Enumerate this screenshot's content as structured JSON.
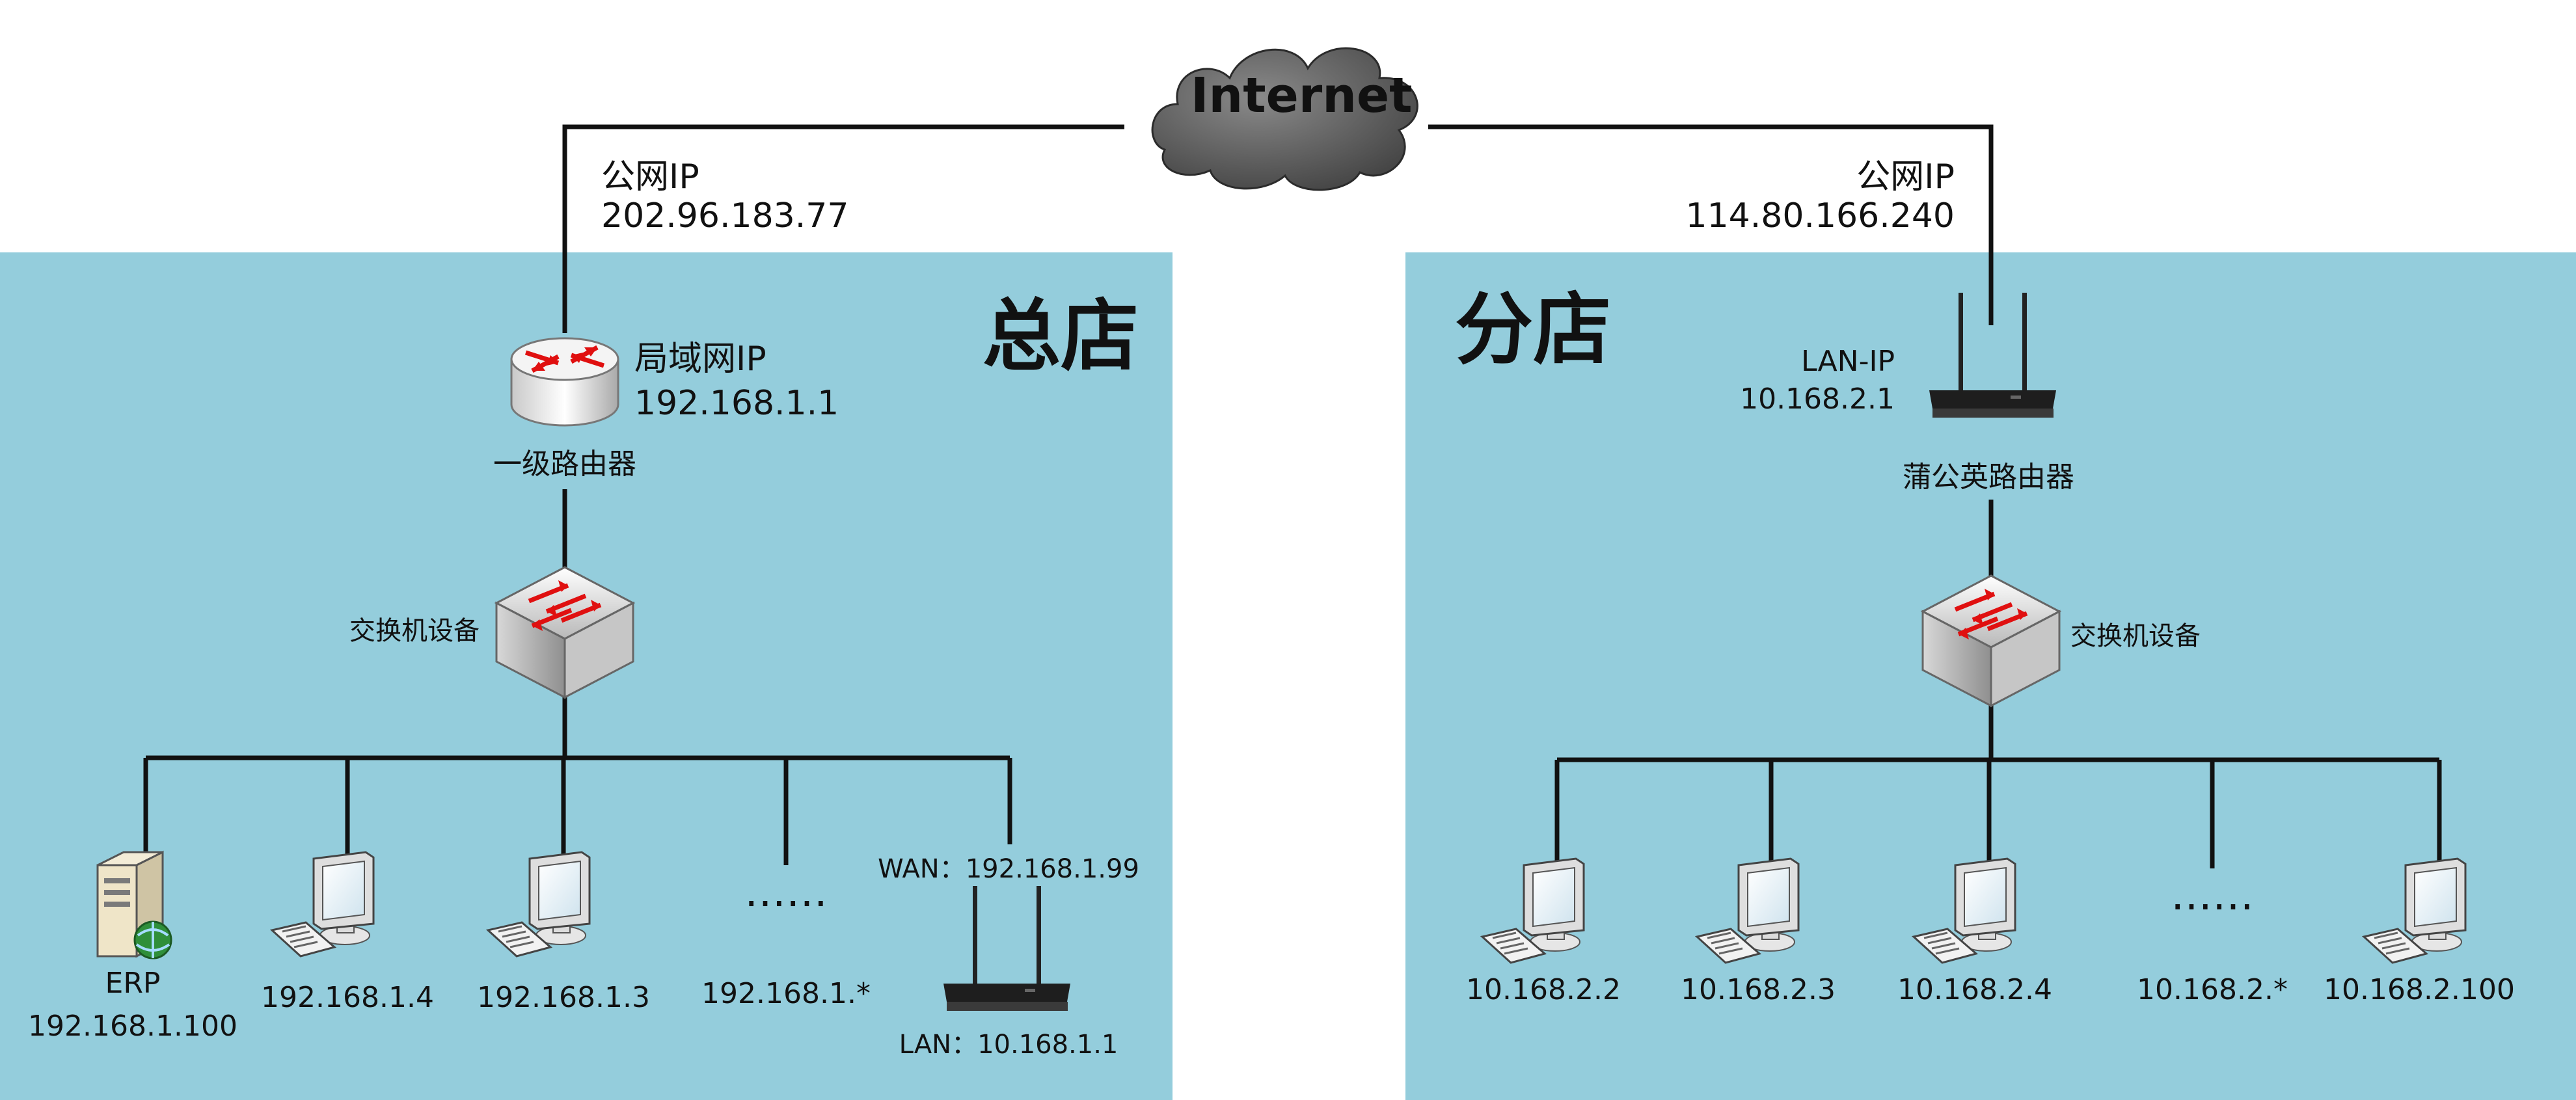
{
  "internet": {
    "label": "Internet"
  },
  "hq": {
    "title": "总店",
    "public_ip_label": "公网IP",
    "public_ip": "202.96.183.77",
    "router_lan_label": "局域网IP",
    "router_lan_ip": "192.168.1.1",
    "router_name": "一级路由器",
    "switch_name": "交换机设备",
    "nodes": [
      {
        "label": "ERP",
        "ip": "192.168.1.100"
      },
      {
        "ip": "192.168.1.4"
      },
      {
        "ip": "192.168.1.3"
      },
      {
        "dots": "……",
        "ip": "192.168.1.*"
      },
      {
        "wan": "WAN：192.168.1.99",
        "lan": "LAN：10.168.1.1"
      }
    ]
  },
  "branch": {
    "title": "分店",
    "public_ip_label": "公网IP",
    "public_ip": "114.80.166.240",
    "router_lan_label": "LAN-IP",
    "router_lan_ip": "10.168.2.1",
    "router_name": "蒲公英路由器",
    "switch_name": "交换机设备",
    "nodes": [
      {
        "ip": "10.168.2.2"
      },
      {
        "ip": "10.168.2.3"
      },
      {
        "ip": "10.168.2.4"
      },
      {
        "dots": "……",
        "ip": "10.168.2.*"
      },
      {
        "ip": "10.168.2.100"
      }
    ]
  },
  "colors": {
    "zone_bg": "#94cddc",
    "line": "#111111",
    "arrow_red": "#e01010",
    "cloud": "#5a5a5a"
  }
}
